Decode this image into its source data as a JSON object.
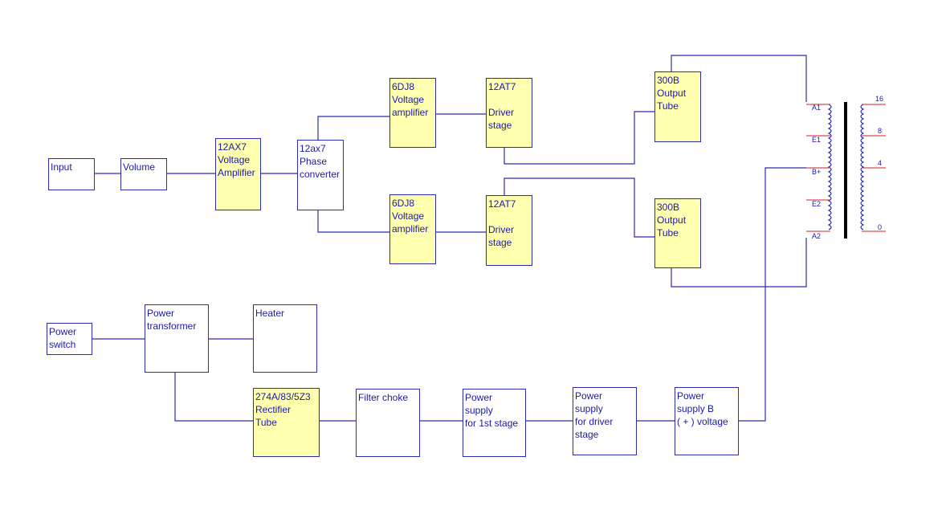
{
  "blocks": {
    "input": "Input",
    "volume": "Volume",
    "v12ax7": "12AX7\nVoltage\nAmplifier",
    "phase": "12ax7\nPhase\nconverter",
    "dj8_top": "6DJ8\nVoltage\namplifier",
    "dj8_bot": "6DJ8\nVoltage\namplifier",
    "at7_top": "12AT7\n\nDriver\nstage",
    "at7_bot": "12AT7\n\nDriver\nstage",
    "out_top": "300B\nOutput\nTube",
    "out_bot": "300B\nOutput\nTube",
    "power_switch": "Power\nswitch",
    "power_transformer": "Power\ntransformer",
    "heater": "Heater",
    "rectifier": "274A/83/5Z3\nRectifier\nTube",
    "filter_choke": "Filter choke",
    "ps_1st": "Power\nsupply\nfor 1st stage",
    "ps_driver": "Power\nsupply\nfor driver\nstage",
    "ps_b": "Power\nsupply B\n( + )  voltage"
  },
  "transformer": {
    "primary_labels": [
      "A1",
      "E1",
      "B+",
      "E2",
      "A2"
    ],
    "secondary_labels": [
      "16",
      "8",
      "4",
      "0"
    ]
  },
  "colors": {
    "line": "#2b2bb5",
    "text": "#1a1aa8",
    "tube_fill": "#ffffb0",
    "tap_red": "#cc2222"
  }
}
